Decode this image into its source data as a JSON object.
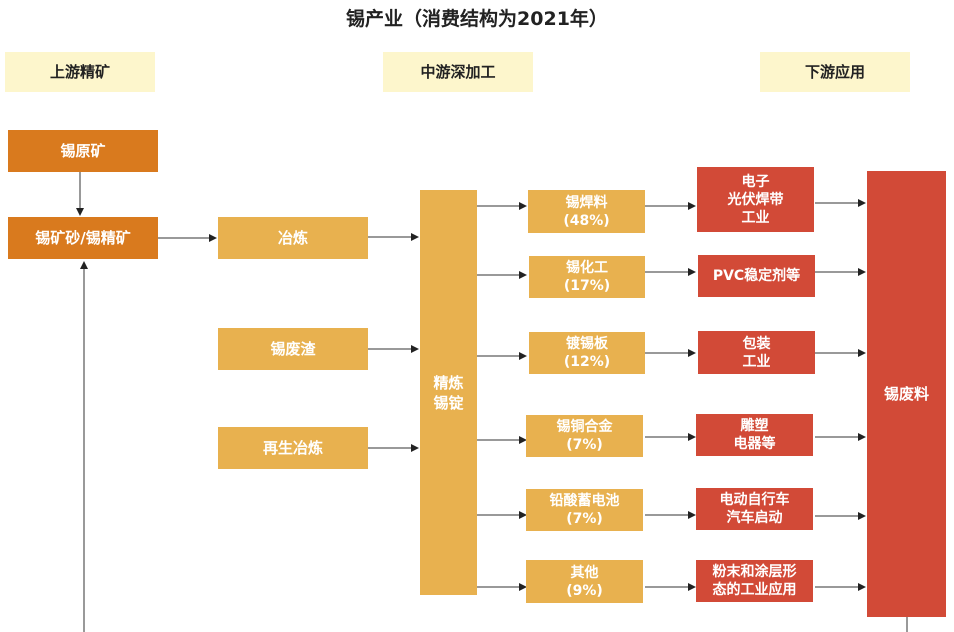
{
  "title": "锡产业（消费结构为2021年）",
  "headers": {
    "upstream": "上游精矿",
    "midstream": "中游深加工",
    "downstream": "下游应用"
  },
  "upstream": {
    "raw_ore": "锡原矿",
    "concentrate": "锡矿砂/锡精矿"
  },
  "inputs": {
    "smelting": "冶炼",
    "slag": "锡废渣",
    "recycling": "再生冶炼"
  },
  "refined": {
    "line1": "精炼",
    "line2": "锡锭"
  },
  "products": [
    {
      "name": "锡焊料",
      "share": "(48%)"
    },
    {
      "name": "锡化工",
      "share": "(17%)"
    },
    {
      "name": "镀锡板",
      "share": "(12%)"
    },
    {
      "name": "锡铜合金",
      "share": "(7%)"
    },
    {
      "name": "铅酸蓄电池",
      "share": "(7%)"
    },
    {
      "name": "其他",
      "share": "(9%)"
    }
  ],
  "applications": [
    [
      "电子",
      "光伏焊带",
      "工业"
    ],
    [
      "PVC稳定剂等"
    ],
    [
      "包装",
      "工业"
    ],
    [
      "雕塑",
      "电器等"
    ],
    [
      "电动自行车",
      "汽车启动"
    ],
    [
      "粉末和涂层形",
      "态的工业应用"
    ]
  ],
  "scrap": "锡废料"
}
